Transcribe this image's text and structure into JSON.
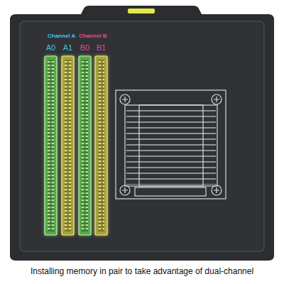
{
  "diagram": {
    "caption": "Installing memory in pair to take advantage of dual-channel",
    "labels": [
      "Channel A",
      "Channel B",
      "A0",
      "A1",
      "B0",
      "B1"
    ]
  }
}
